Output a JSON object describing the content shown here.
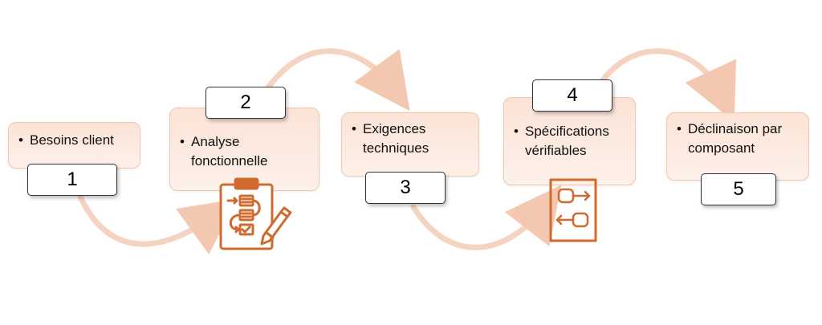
{
  "steps": [
    {
      "number": "1",
      "lines": [
        "Besoins client"
      ]
    },
    {
      "number": "2",
      "lines": [
        "Analyse",
        "fonctionnelle"
      ]
    },
    {
      "number": "3",
      "lines": [
        "Exigences",
        "techniques"
      ]
    },
    {
      "number": "4",
      "lines": [
        "Spécifications",
        "vérifiables"
      ]
    },
    {
      "number": "5",
      "lines": [
        "Déclinaison par",
        "composant"
      ]
    }
  ],
  "colors": {
    "accent": "#d06a2e",
    "fill": "#fbe3d6",
    "arrow": "#f6d3c0"
  },
  "icons": [
    "clipboard-checklist-icon",
    "flow-blocks-icon"
  ]
}
